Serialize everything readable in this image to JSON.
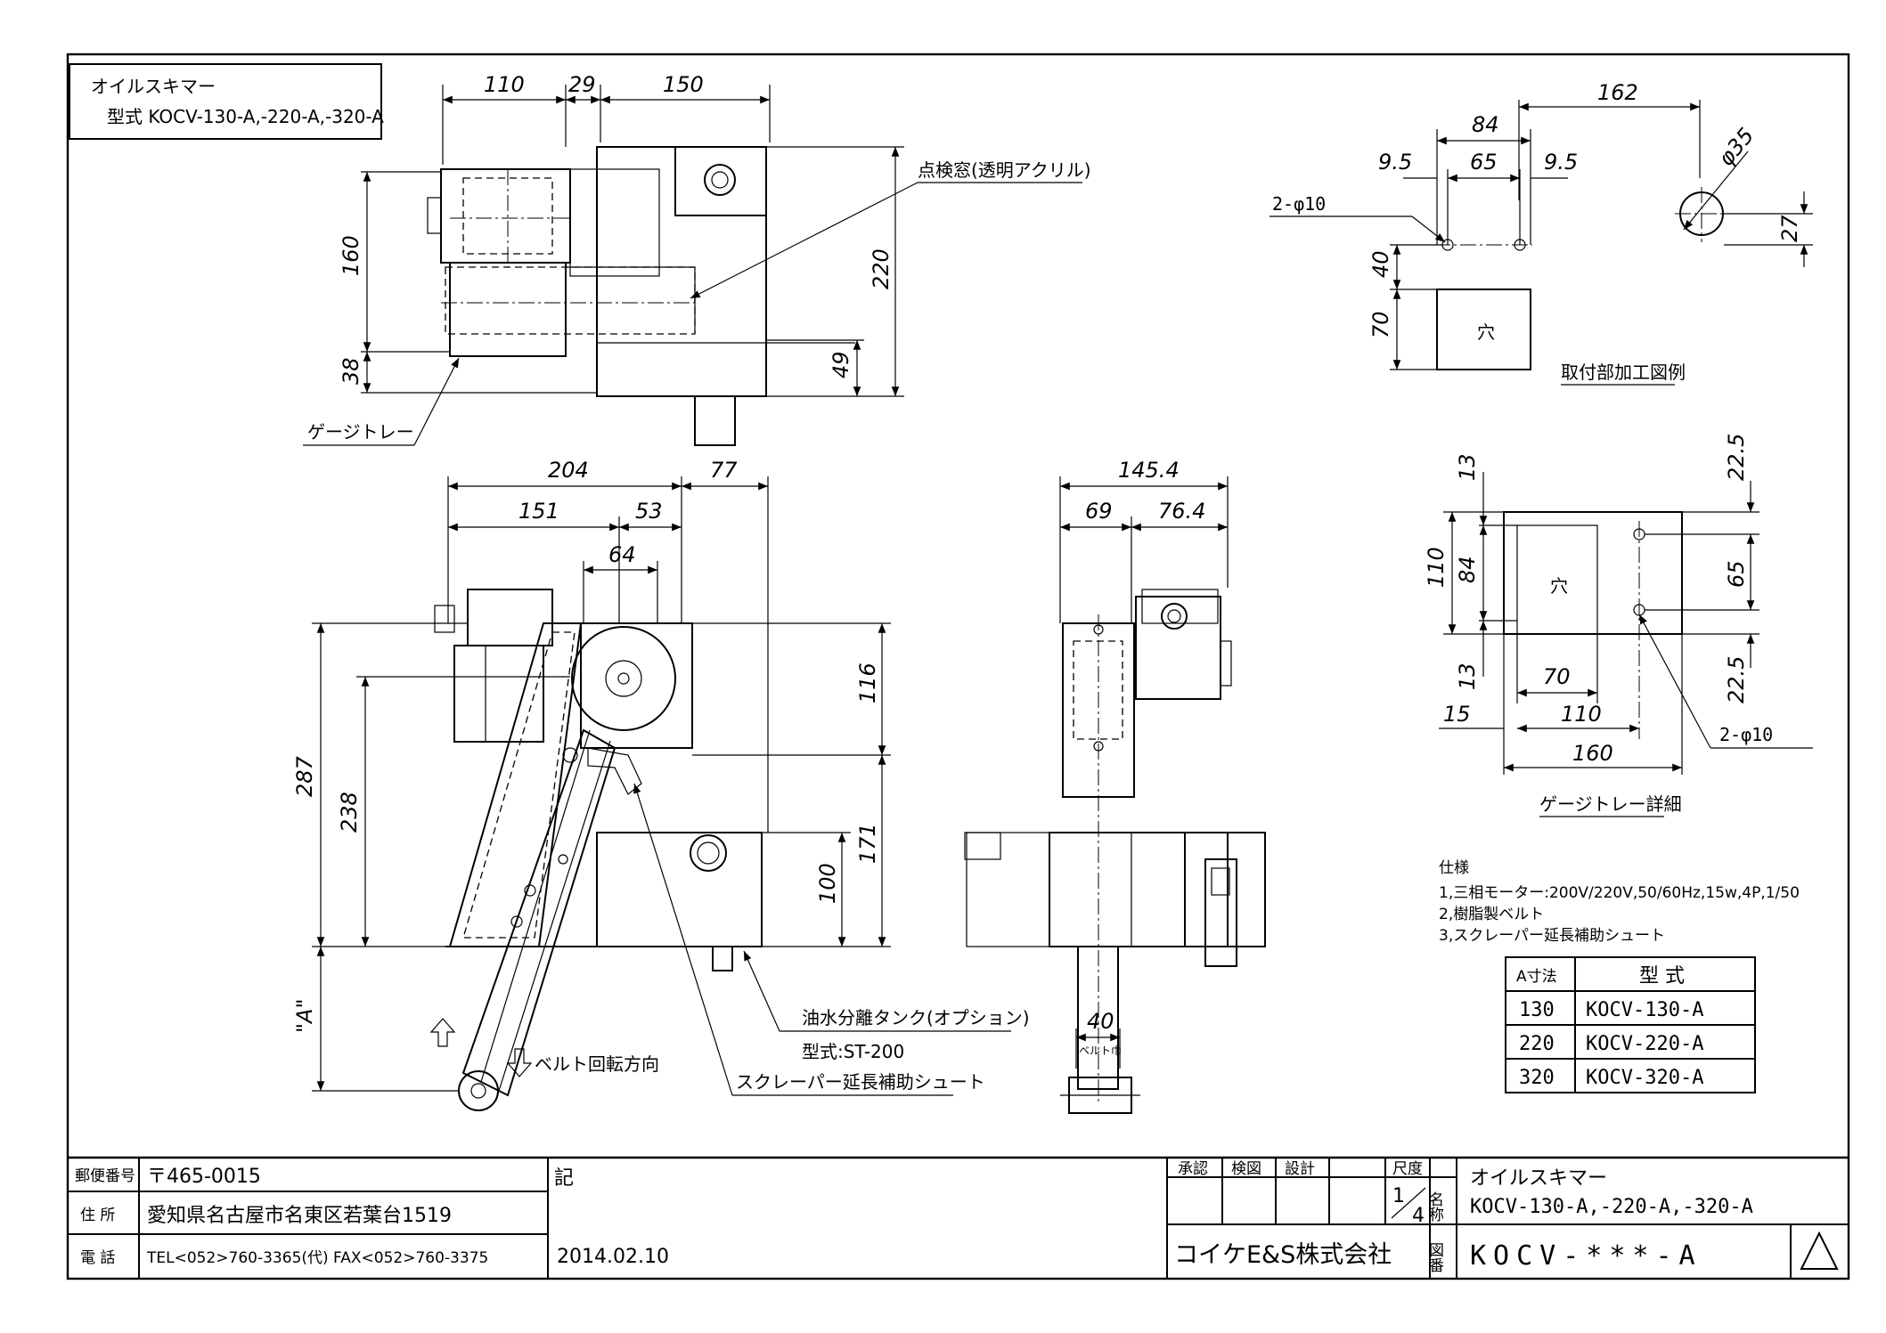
{
  "title_box": {
    "line1": "オイルスキマー",
    "line2": "型式 KOCV-130-A,-220-A,-320-A"
  },
  "top_view": {
    "dims": {
      "d110": "110",
      "d29": "29",
      "d150": "150",
      "d160": "160",
      "d38": "38",
      "d220": "220",
      "d49": "49"
    },
    "labels": {
      "window": "点検窓(透明アクリル)",
      "gauge_tray": "ゲージトレー"
    }
  },
  "front_view": {
    "dims": {
      "d204": "204",
      "d77": "77",
      "d151": "151",
      "d53": "53",
      "d64": "64",
      "d287": "287",
      "d238": "238",
      "d116": "116",
      "d171": "171",
      "d100": "100",
      "dA": "\"A\""
    },
    "labels": {
      "tank": "油水分離タンク(オプション)",
      "tank_model": "型式:ST-200",
      "chute": "スクレーパー延長補助シュート",
      "belt_dir": "ベルト回転方向"
    }
  },
  "side_view": {
    "dims": {
      "d145": "145.4",
      "d69": "69",
      "d76": "76.4",
      "d40": "40"
    },
    "labels": {
      "belt_width": "ベルト巾"
    }
  },
  "mount_detail": {
    "dims": {
      "d162": "162",
      "d84": "84",
      "d9a": "9.5",
      "d65": "65",
      "d9b": "9.5",
      "dphi35": "φ35",
      "d27": "27",
      "d40": "40",
      "d70": "70"
    },
    "labels": {
      "holes": "2-φ10",
      "hole": "穴",
      "caption": "取付部加工図例"
    }
  },
  "gauge_detail": {
    "dims": {
      "d13a": "13",
      "d225a": "22.5",
      "d110": "110",
      "d84": "84",
      "d65": "65",
      "d13b": "13",
      "d225b": "22.5",
      "d70": "70",
      "d15": "15",
      "d110b": "110",
      "d160": "160"
    },
    "labels": {
      "holes": "2-φ10",
      "hole": "穴",
      "caption": "ゲージトレー詳細"
    }
  },
  "spec": {
    "heading": "仕様",
    "items": [
      "1,三相モーター:200V/220V,50/60Hz,15w,4P,1/50",
      "2,樹脂製ベルト",
      "3,スクレーパー延長補助シュート"
    ]
  },
  "model_table": {
    "headers": [
      "A寸法",
      "型 式"
    ],
    "rows": [
      [
        "130",
        "KOCV-130-A"
      ],
      [
        "220",
        "KOCV-220-A"
      ],
      [
        "320",
        "KOCV-320-A"
      ]
    ]
  },
  "title_block": {
    "postal_label": "郵便番号",
    "postal": "〒465-0015",
    "address_label": "住 所",
    "address": "愛知県名古屋市名東区若葉台1519",
    "phone_label": "電 話",
    "phone": "TEL<052>760-3365(代)  FAX<052>760-3375",
    "note_label": "記",
    "date": "2014.02.10",
    "approve": "承認",
    "check": "検図",
    "design": "設計",
    "scale_label": "尺度",
    "scale_num": "1",
    "scale_den": "4",
    "name_label": "名称",
    "name_line1": "オイルスキマー",
    "name_line2": "KOCV-130-A,-220-A,-320-A",
    "company": "コイケE&S株式会社",
    "drawing_no_label": "図番",
    "drawing_no": "KOCV-***-A"
  }
}
